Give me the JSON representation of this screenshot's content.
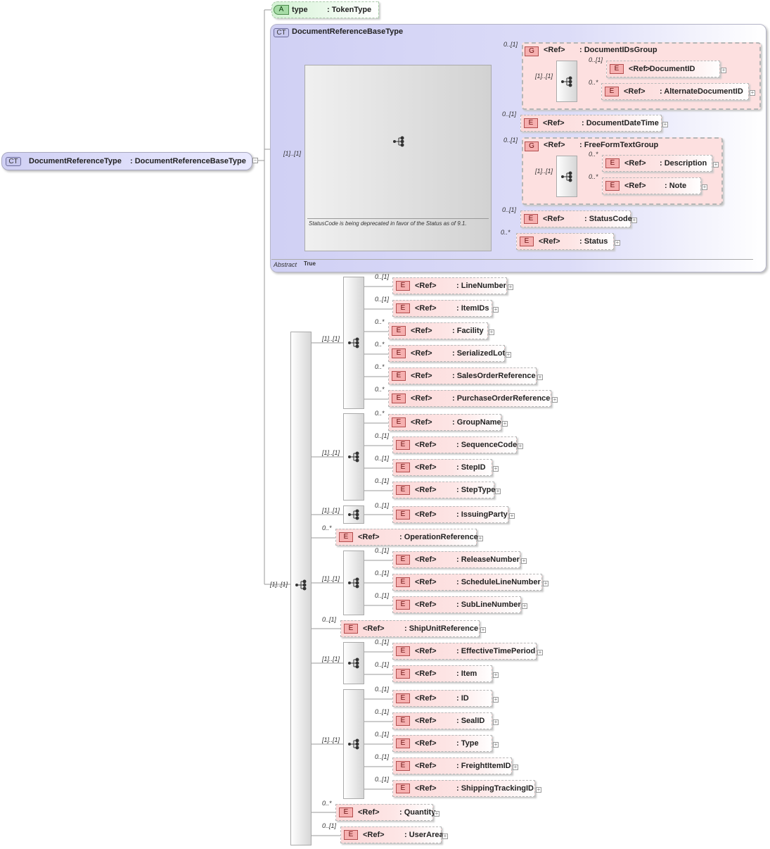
{
  "root": {
    "badge": "CT",
    "name": "DocumentReferenceType",
    "type": ": DocumentReferenceBaseType"
  },
  "attribute": {
    "badge": "A",
    "name": "type",
    "type": ": TokenType"
  },
  "base": {
    "badge": "CT",
    "name": "DocumentReferenceBaseType",
    "abstract_label": "Abstract",
    "abstract_value": "True",
    "note": "StatusCode is being deprecated in favor of the Status as of 9.1."
  },
  "labels": {
    "ref": "<Ref>",
    "element_badge": "E",
    "group_badge": "G"
  },
  "groups": [
    {
      "name": ": DocumentIDsGroup",
      "card": "0..[1]",
      "seq_card": "[1]..[1]"
    },
    {
      "name": ": FreeFormTextGroup",
      "card": "0..[1]",
      "seq_card": "[1]..[1]"
    }
  ],
  "base_seq_card": "[1]..[1]",
  "main_seq_card": "[1]..[1]",
  "elements": [
    {
      "name": ": DocumentID",
      "card": "0..[1]"
    },
    {
      "name": ": AlternateDocumentID",
      "card": "0..*"
    },
    {
      "name": ": DocumentDateTime",
      "card": "0..[1]"
    },
    {
      "name": ": Description",
      "card": "0..*"
    },
    {
      "name": ": Note",
      "card": "0..*"
    },
    {
      "name": ": StatusCode",
      "card": "0..[1]"
    },
    {
      "name": ": Status",
      "card": "0..*"
    },
    {
      "name": ": LineNumber",
      "card": "0..[1]"
    },
    {
      "name": ": ItemIDs",
      "card": "0..[1]"
    },
    {
      "name": ": Facility",
      "card": "0..*"
    },
    {
      "name": ": SerializedLot",
      "card": "0..*"
    },
    {
      "name": ": SalesOrderReference",
      "card": "0..*"
    },
    {
      "name": ": PurchaseOrderReference",
      "card": "0..*"
    },
    {
      "name": ": GroupName",
      "card": "0..*"
    },
    {
      "name": ": SequenceCode",
      "card": "0..[1]"
    },
    {
      "name": ": StepID",
      "card": "0..[1]"
    },
    {
      "name": ": StepType",
      "card": "0..[1]"
    },
    {
      "name": ": IssuingParty",
      "card": "0..[1]"
    },
    {
      "name": ": OperationReference",
      "card": "0..*"
    },
    {
      "name": ": ReleaseNumber",
      "card": "0..[1]"
    },
    {
      "name": ": ScheduleLineNumber",
      "card": "0..[1]"
    },
    {
      "name": ": SubLineNumber",
      "card": "0..[1]"
    },
    {
      "name": ": ShipUnitReference",
      "card": "0..[1]"
    },
    {
      "name": ": EffectiveTimePeriod",
      "card": "0..[1]"
    },
    {
      "name": ": Item",
      "card": "0..[1]"
    },
    {
      "name": ": ID",
      "card": "0..[1]"
    },
    {
      "name": ": SealID",
      "card": "0..[1]"
    },
    {
      "name": ": Type",
      "card": "0..[1]"
    },
    {
      "name": ": FreightItemID",
      "card": "0..[1]"
    },
    {
      "name": ": ShippingTrackingID",
      "card": "0..[1]"
    },
    {
      "name": ": Quantity",
      "card": "0..*"
    },
    {
      "name": ": UserArea",
      "card": "0..[1]"
    }
  ],
  "sub_sequences": [
    {
      "card": "[1]..[1]"
    },
    {
      "card": "[1]..[1]"
    },
    {
      "card": "[1]..[1]"
    },
    {
      "card": "[1]..[1]"
    },
    {
      "card": "[1]..[1]"
    },
    {
      "card": "[1]..[1]"
    }
  ]
}
